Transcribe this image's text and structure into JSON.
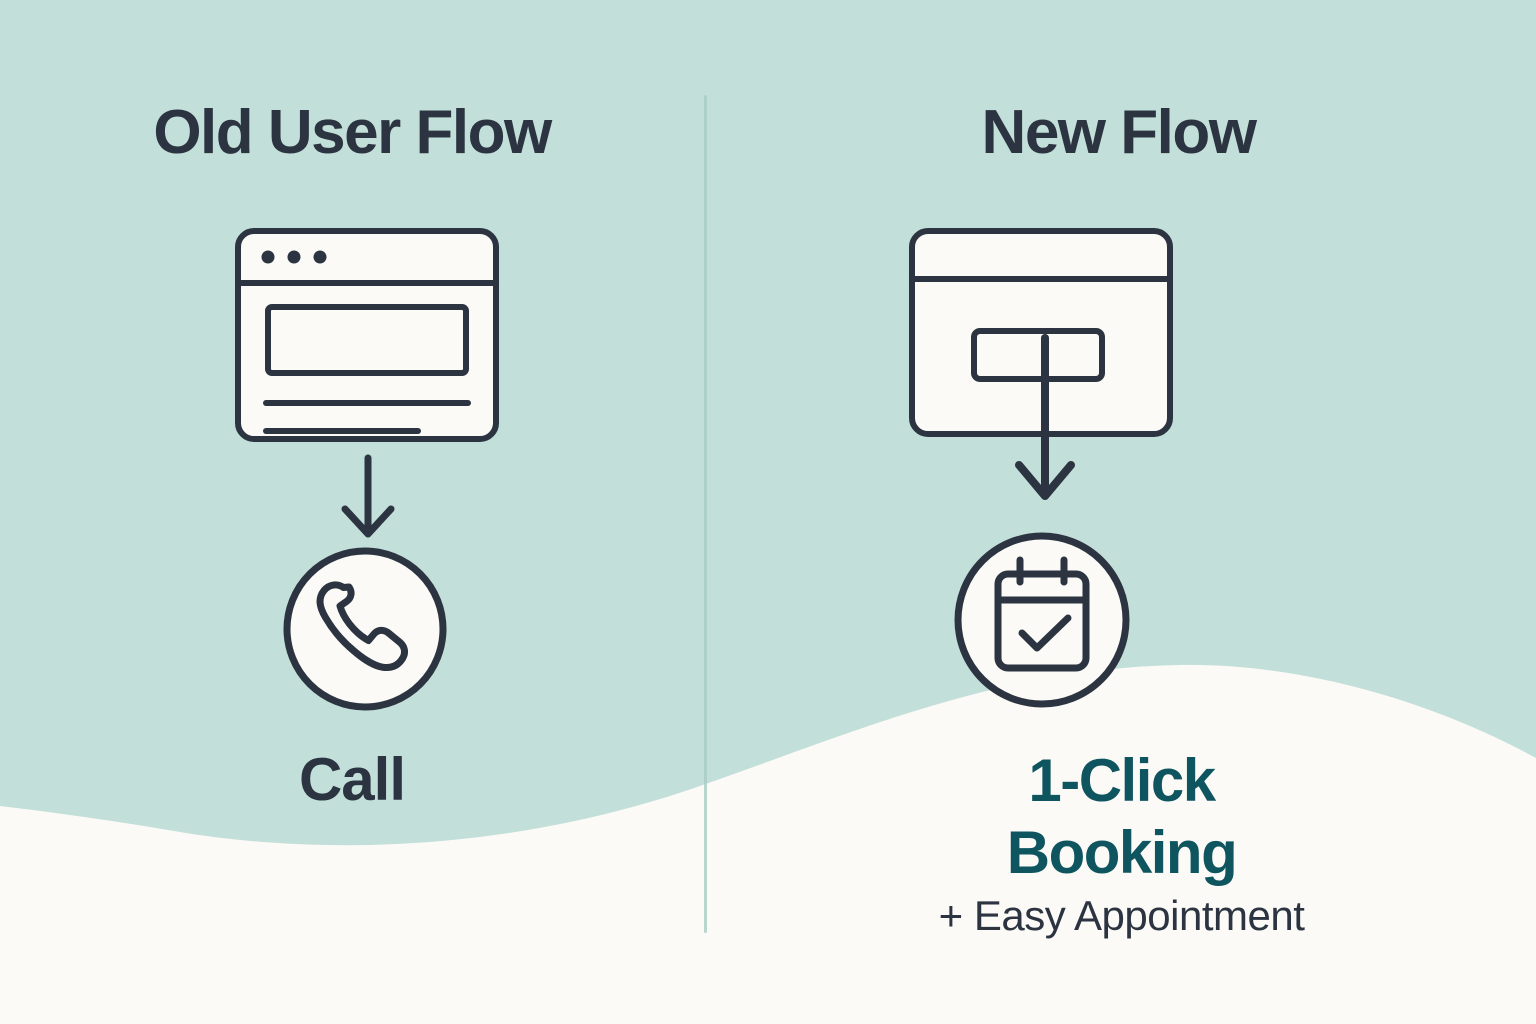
{
  "palette": {
    "mint": "#c3dfd9",
    "cream": "#fbfaf6",
    "ink": "#2b3440",
    "teal": "#0e5560",
    "divider": "#a9cfc7"
  },
  "left": {
    "title": "Old User Flow",
    "browser_icon": "browser-window-icon",
    "arrow_icon": "down-arrow-icon",
    "phone_icon": "phone-call-icon",
    "caption": "Call"
  },
  "right": {
    "title": "New Flow",
    "browser_icon": "browser-window-icon",
    "arrow_icon": "down-arrow-icon",
    "calendar_icon": "calendar-check-icon",
    "caption_line1": "1-Click",
    "caption_line2": "Booking",
    "subcaption": "+ Easy Appointment"
  }
}
